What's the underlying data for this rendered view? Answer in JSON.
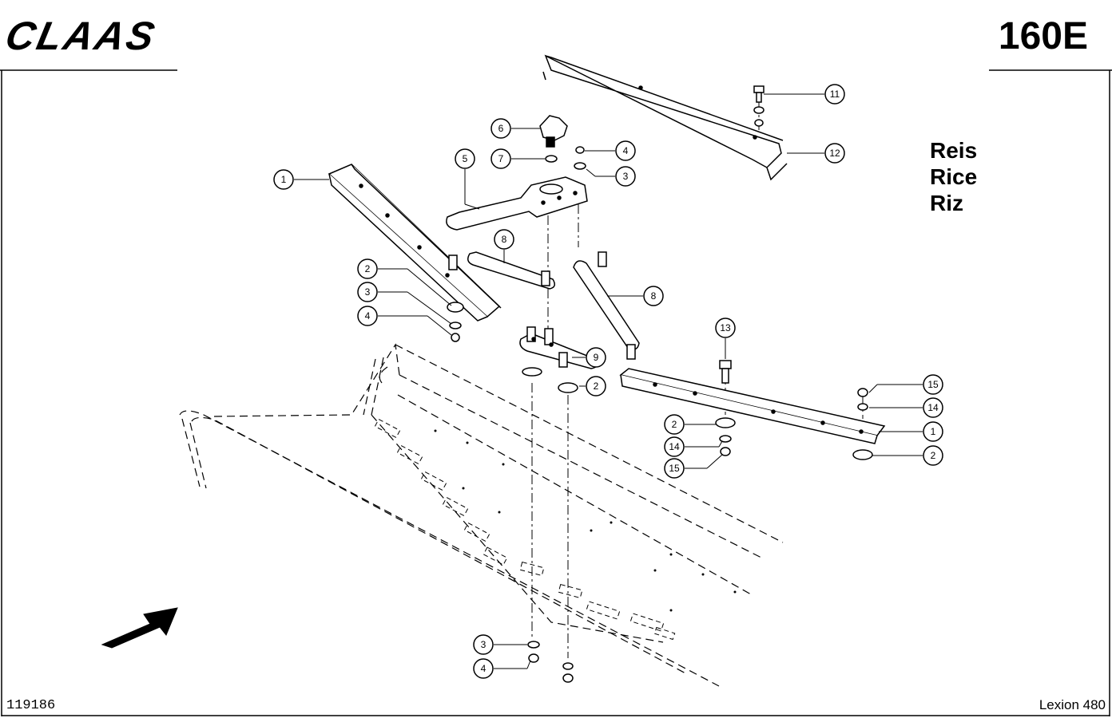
{
  "header": {
    "brand": "CLAAS",
    "sheet_code": "160E"
  },
  "caption": {
    "lines": [
      "Reis",
      "Rice",
      "Riz"
    ]
  },
  "footer": {
    "drawing_number": "119186",
    "model": "Lexion 480"
  },
  "callouts": {
    "c1a": "1",
    "c1b": "1",
    "c2a": "2",
    "c2b": "2",
    "c2c": "2",
    "c2d": "2",
    "c3a": "3",
    "c3b": "3",
    "c3c": "3",
    "c4a": "4",
    "c4b": "4",
    "c4c": "4",
    "c5": "5",
    "c6": "6",
    "c7": "7",
    "c8a": "8",
    "c8b": "8",
    "c9": "9",
    "c11": "11",
    "c12": "12",
    "c13": "13",
    "c14a": "14",
    "c14b": "14",
    "c15a": "15",
    "c15b": "15"
  }
}
